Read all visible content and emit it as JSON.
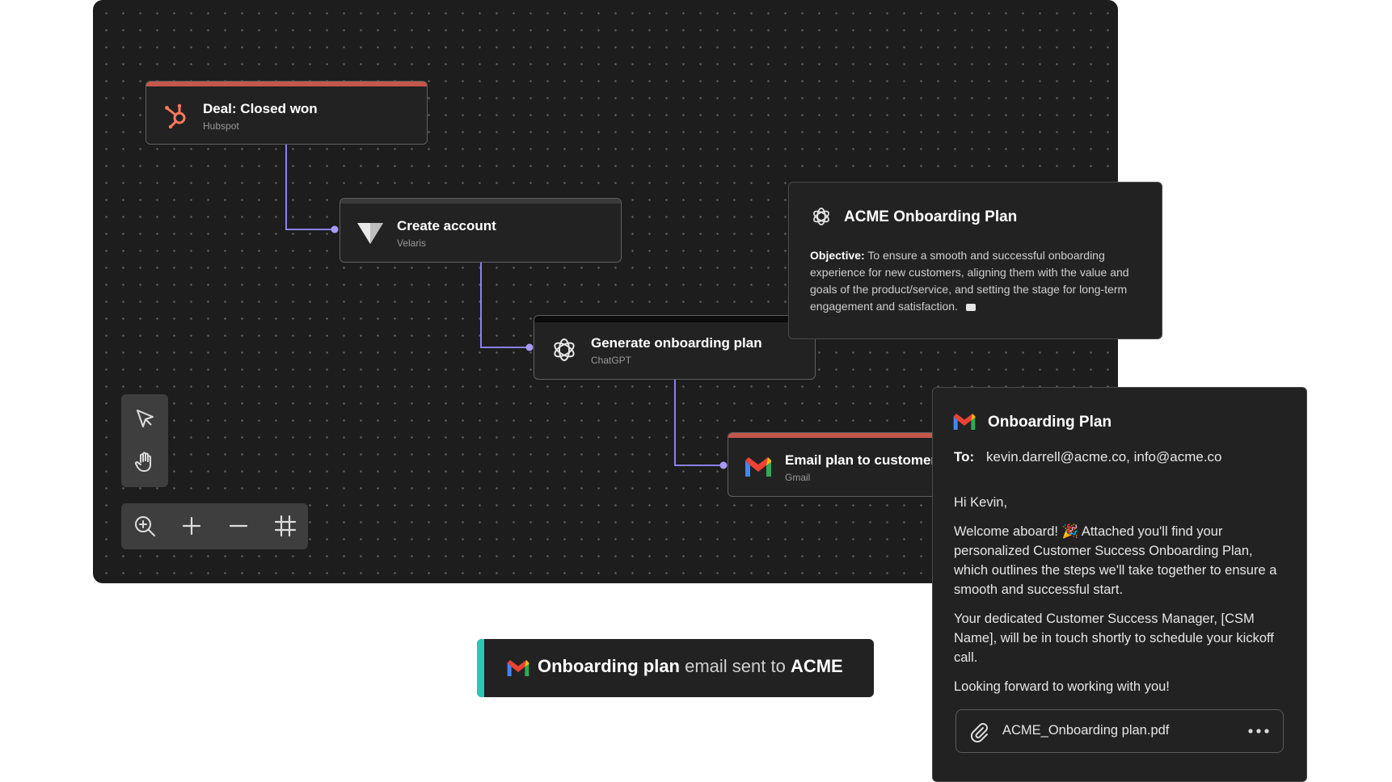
{
  "canvas": {
    "nodes": [
      {
        "title": "Deal: Closed won",
        "subtitle": "Hubspot",
        "icon": "hubspot-icon"
      },
      {
        "title": "Create account",
        "subtitle": "Velaris",
        "icon": "velaris-icon"
      },
      {
        "title": "Generate onboarding plan",
        "subtitle": "ChatGPT",
        "icon": "chatgpt-icon"
      },
      {
        "title": "Email plan to customer",
        "subtitle": "Gmail",
        "icon": "gmail-icon"
      }
    ],
    "tools": {
      "select": "pointer-cursor-icon",
      "pan": "hand-icon"
    },
    "zoom_controls": [
      "zoom-fit-icon",
      "zoom-in-icon",
      "zoom-out-icon",
      "frame-icon"
    ],
    "colors": {
      "connector": "#8b7ff5",
      "hubspot": "#ff7a59",
      "accent_bar": "#c4574a"
    }
  },
  "plan_card": {
    "title": "ACME Onboarding Plan",
    "objective_label": "Objective:",
    "objective_text": "To ensure a smooth and successful onboarding experience for new customers, aligning them with the value and goals of the product/service, and setting the stage for long-term engagement and satisfaction."
  },
  "email_card": {
    "title": "Onboarding Plan",
    "to_label": "To:",
    "to_value": "kevin.darrell@acme.co, info@acme.co",
    "greeting": "Hi Kevin,",
    "para1": "Welcome aboard! 🎉 Attached you'll find your personalized Customer Success Onboarding Plan, which outlines the steps we'll take together to ensure a smooth and successful start.",
    "para2": "Your dedicated Customer Success Manager, [CSM Name], will be in touch shortly to schedule your kickoff call.",
    "closing": "Looking forward to working with you!",
    "attachment": "ACME_Onboarding plan.pdf"
  },
  "toast": {
    "part1": "Onboarding plan",
    "part2": " email sent to ",
    "part3": "ACME",
    "accent": "#2ec4b6"
  }
}
